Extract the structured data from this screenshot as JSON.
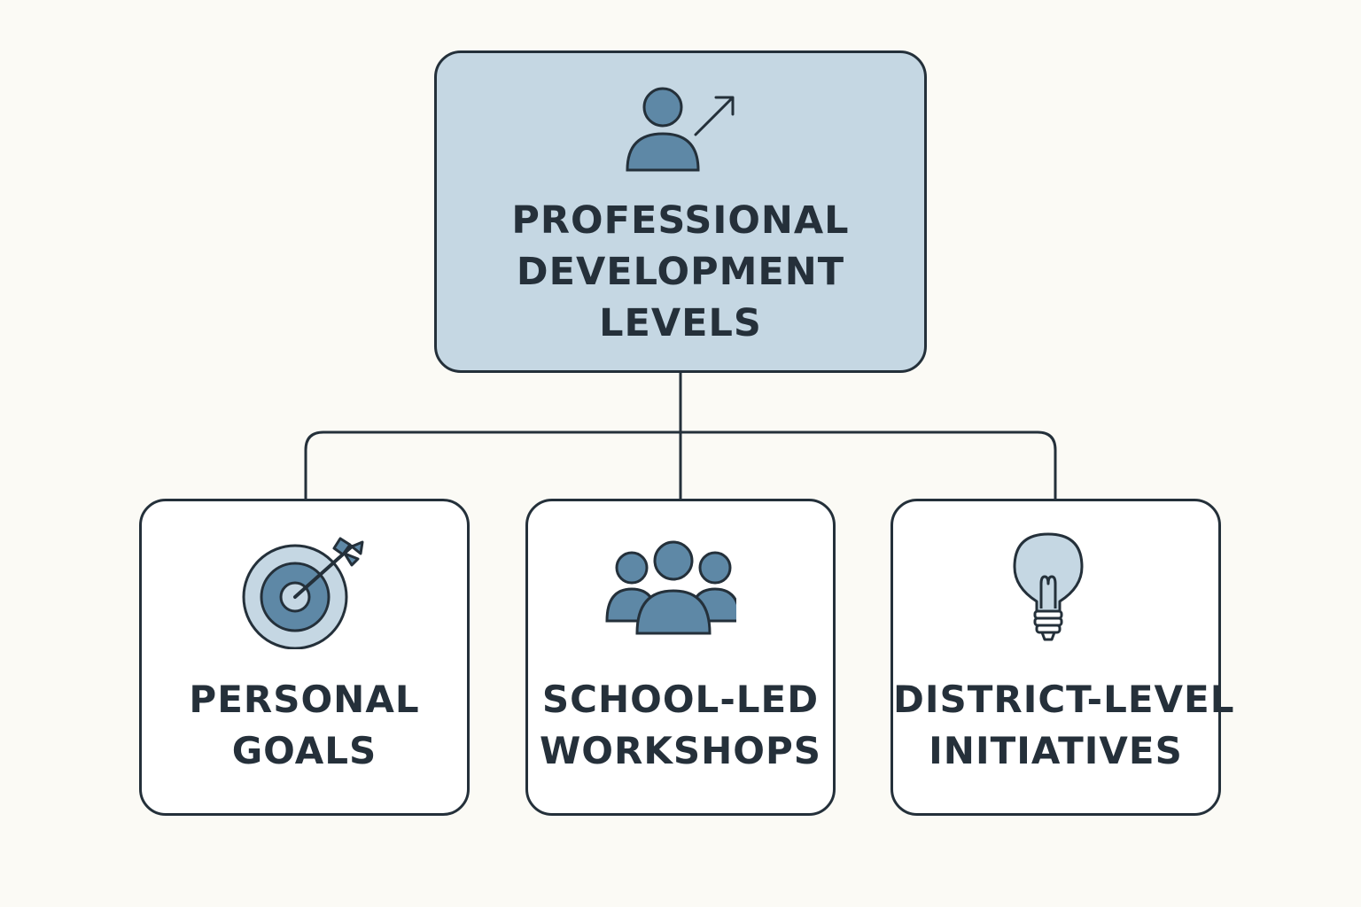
{
  "diagram": {
    "root": {
      "icon": "person-arrow-up-icon",
      "lines": [
        "PROFESSIONAL",
        "DEVELOPMENT",
        "LEVELS"
      ]
    },
    "children": [
      {
        "icon": "target-arrow-icon",
        "lines": [
          "PERSONAL",
          "GOALS"
        ]
      },
      {
        "icon": "group-people-icon",
        "lines": [
          "SCHOOL-LED",
          "WORKSHOPS"
        ]
      },
      {
        "icon": "lightbulb-icon",
        "lines": [
          "DISTRICT-LEVEL",
          "INITIATIVES"
        ]
      }
    ],
    "colors": {
      "background": "#fbfaf5",
      "root_fill": "#c5d7e3",
      "child_fill": "#ffffff",
      "outline": "#24303a",
      "icon_fill": "#5e88a6",
      "icon_light": "#c5d7e3",
      "text": "#25303a"
    }
  }
}
